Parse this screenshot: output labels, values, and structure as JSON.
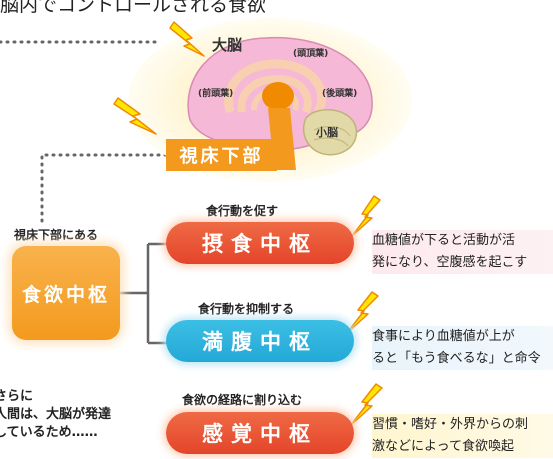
{
  "title": "脳内でコントロールされる食欲",
  "brain": {
    "cerebrum": "大脳",
    "parietal": "(頭頂葉)",
    "frontal": "(前頭葉)",
    "occipital": "(後頭葉)",
    "cerebellum": "小脳",
    "hypothalamus": "視床下部"
  },
  "center": {
    "caption": "視床下部にある",
    "label": "食欲中枢"
  },
  "branches": [
    {
      "caption": "食行動を促す",
      "label": "摂食中枢",
      "desc": [
        "血糖値が下ると活動が活",
        "発になり、空腹感を起こす"
      ]
    },
    {
      "caption": "食行動を抑制する",
      "label": "満腹中枢",
      "desc": [
        "食事により血糖値が上が",
        "ると「もう食べるな」と命令"
      ]
    },
    {
      "caption": "食欲の経路に割り込む",
      "label": "感覚中枢",
      "desc": [
        "習慣・嗜好・外界からの刺",
        "激などによって食欲喚起"
      ]
    }
  ],
  "note": [
    "さらに",
    "人間は、大脳が発達",
    "しているため……"
  ],
  "colors": {
    "orange": "#f39a1e",
    "red": "#e4452a",
    "blue": "#24a8d6",
    "lightning": "#ffe600",
    "brain_pink": "#f5b8d6"
  }
}
